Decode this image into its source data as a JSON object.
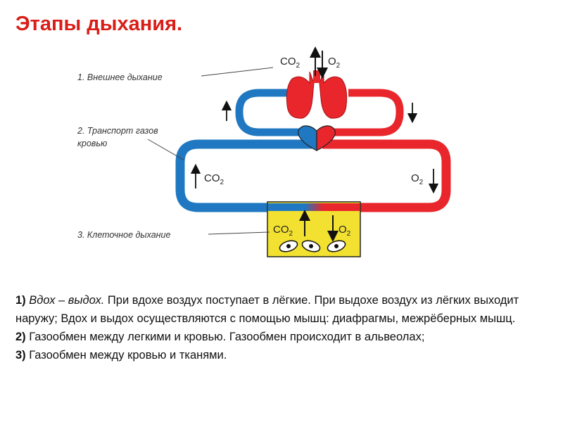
{
  "title": "Этапы дыхания.",
  "labels": {
    "stage1": "1. Внешнее дыхание",
    "stage2_line1": "2. Транспорт газов",
    "stage2_line2": "кровью",
    "stage3": "3. Клеточное дыхание"
  },
  "gases": {
    "co2_main": "CO",
    "co2_sub": "2",
    "o2_main": "O",
    "o2_sub": "2"
  },
  "colors": {
    "venous_blue": "#1f78c1",
    "arterial_red": "#e8262b",
    "tissue_yellow": "#f2e130",
    "title_red": "#d91e18"
  },
  "text": {
    "p1_num": "1)",
    "p1_italic": "Вдох – выдох.",
    "p1_rest": " При вдохе воздух поступает в лёгкие. При выдохе воздух из лёгких выходит наружу; Вдох и выдох осуществляются с помощью мышц: диафрагмы, межрёберных мышц.",
    "p2_num": "2)",
    "p2_rest": " Газообмен между легкими и кровью. Газообмен происходит в альвеолах;",
    "p3_num": "3)",
    "p3_rest": " Газообмен между кровью и тканями."
  }
}
